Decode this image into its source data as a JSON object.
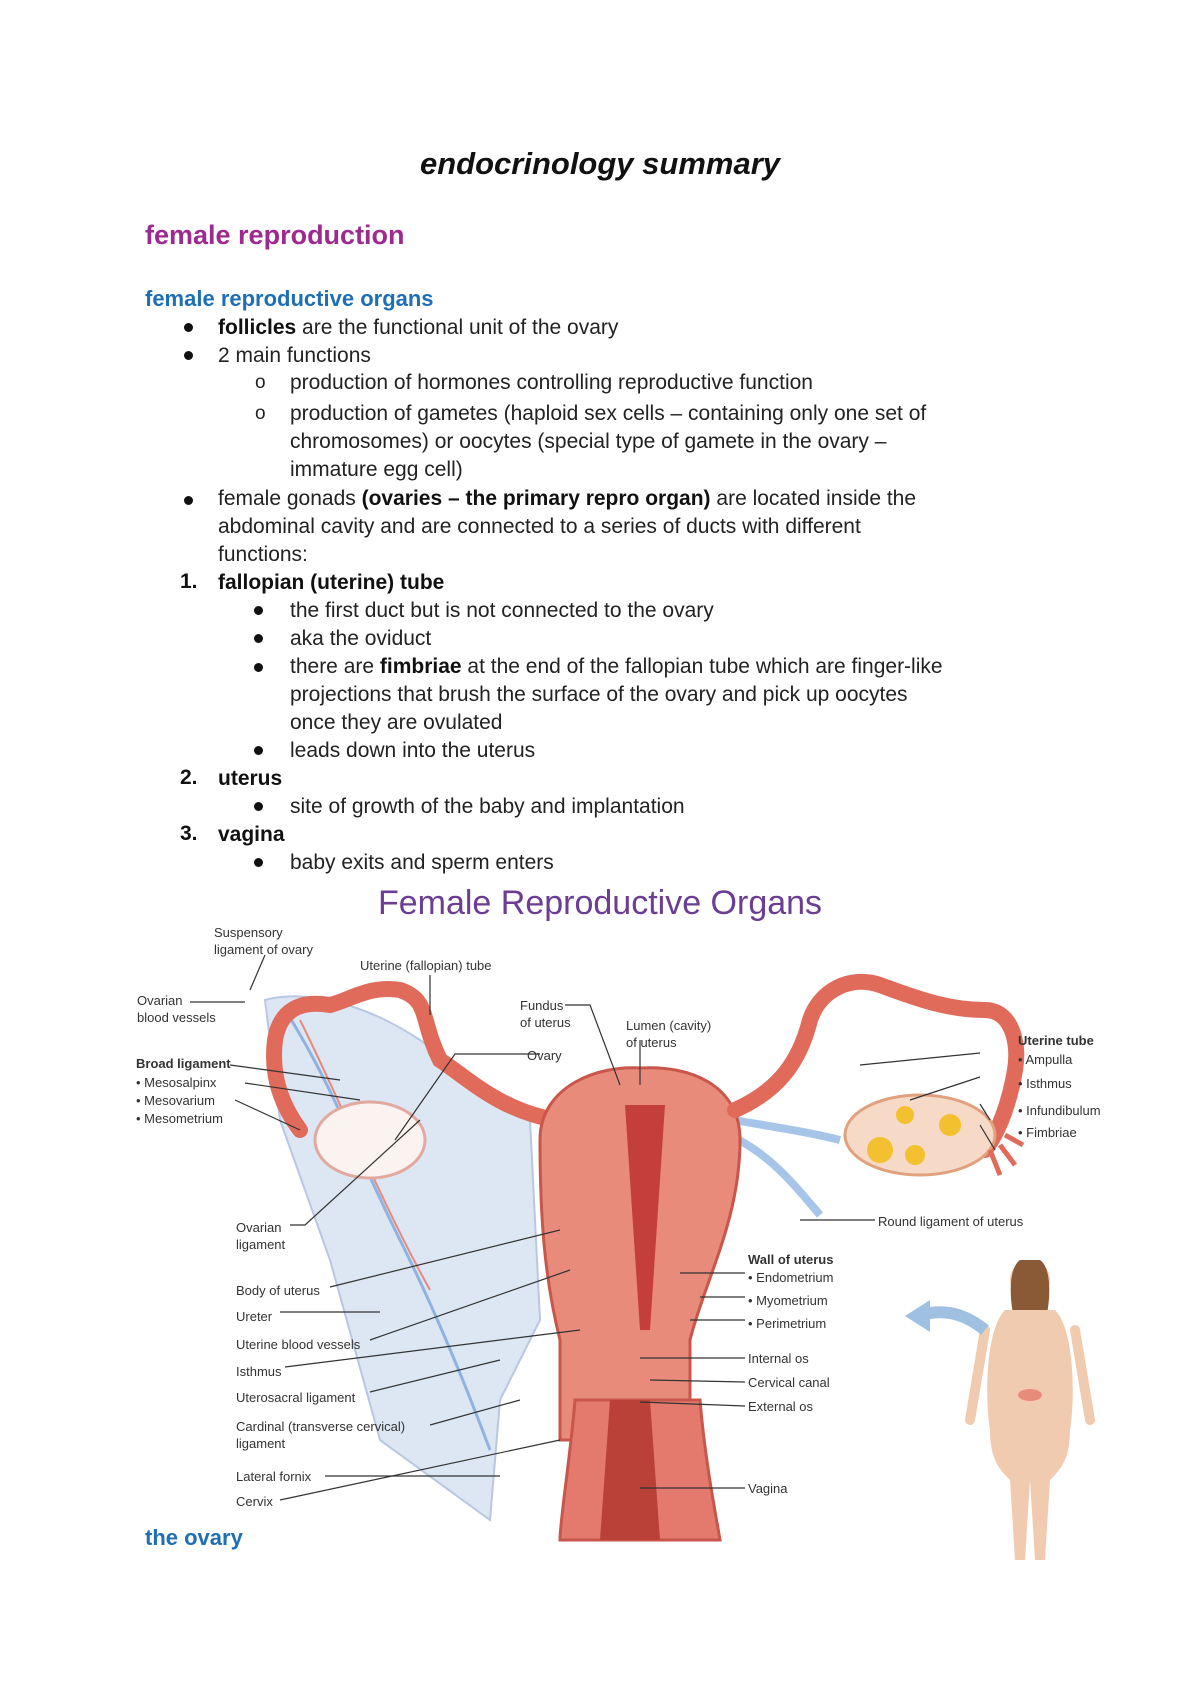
{
  "document": {
    "title": "endocrinology summary",
    "section": "female reproduction",
    "subsection": "female reproductive organs",
    "next_subsection": "the ovary"
  },
  "content": {
    "b1_bold": "follicles",
    "b1_rest": " are the functional unit of the ovary",
    "b2": "2 main functions",
    "b2a": "production of hormones controlling reproductive function",
    "b2b_l1": "production of gametes (haploid sex cells – containing only one set of",
    "b2b_l2": "chromosomes) or oocytes (special type of gamete in the ovary –",
    "b2b_l3": "immature egg cell)",
    "b3_pre": "female gonads ",
    "b3_bold": "(ovaries – the primary repro organ)",
    "b3_post": " are located inside the",
    "b3_l2": "abdominal cavity and are connected to a series of ducts with different",
    "b3_l3": "functions:",
    "n1_label": "1.",
    "n1_title": "fallopian (uterine) tube",
    "n1_a": "the first duct but is not connected to the ovary",
    "n1_b": "aka the oviduct",
    "n1_c_pre": "there are ",
    "n1_c_bold": "fimbriae",
    "n1_c_post": " at the end of the fallopian tube which are finger-like",
    "n1_c_l2": "projections that brush the surface of the ovary and pick up oocytes",
    "n1_c_l3": "once they are ovulated",
    "n1_d": "leads down into the uterus",
    "n2_label": "2.",
    "n2_title": "uterus",
    "n2_a": "site of growth of the baby and implantation",
    "n3_label": "3.",
    "n3_title": "vagina",
    "n3_a": "baby exits and sperm enters",
    "circle_marker": "o"
  },
  "figure": {
    "title": "Female Reproductive Organs",
    "labels": {
      "suspensory_1": "Suspensory",
      "suspensory_2": "ligament of ovary",
      "uterine_tube": "Uterine (fallopian) tube",
      "ovarian_bv_1": "Ovarian",
      "ovarian_bv_2": "blood vessels",
      "fundus_1": "Fundus",
      "fundus_2": "of uterus",
      "lumen_1": "Lumen (cavity)",
      "lumen_2": "of uterus",
      "ovary": "Ovary",
      "broad_ligament": "Broad ligament",
      "mesosalpinx": "• Mesosalpinx",
      "mesovarium": "• Mesovarium",
      "mesometrium": "• Mesometrium",
      "uterine_tube_title": "Uterine tube",
      "ampulla": "• Ampulla",
      "isthmus_tube": "• Isthmus",
      "infundibulum": "• Infundibulum",
      "fimbriae": "• Fimbriae",
      "ovarian_lig_1": "Ovarian",
      "ovarian_lig_2": "ligament",
      "round_ligament": "Round ligament of uterus",
      "wall_of_uterus": "Wall of uterus",
      "endometrium": "• Endometrium",
      "myometrium": "• Myometrium",
      "perimetrium": "• Perimetrium",
      "body_of_uterus": "Body of uterus",
      "ureter": "Ureter",
      "uterine_bv": "Uterine blood vessels",
      "isthmus": "Isthmus",
      "uterosacral": "Uterosacral ligament",
      "cardinal_1": "Cardinal (transverse cervical)",
      "cardinal_2": "ligament",
      "lateral_fornix": "Lateral fornix",
      "cervix": "Cervix",
      "internal_os": "Internal os",
      "cervical_canal": "Cervical canal",
      "external_os": "External os",
      "vagina": "Vagina"
    }
  }
}
